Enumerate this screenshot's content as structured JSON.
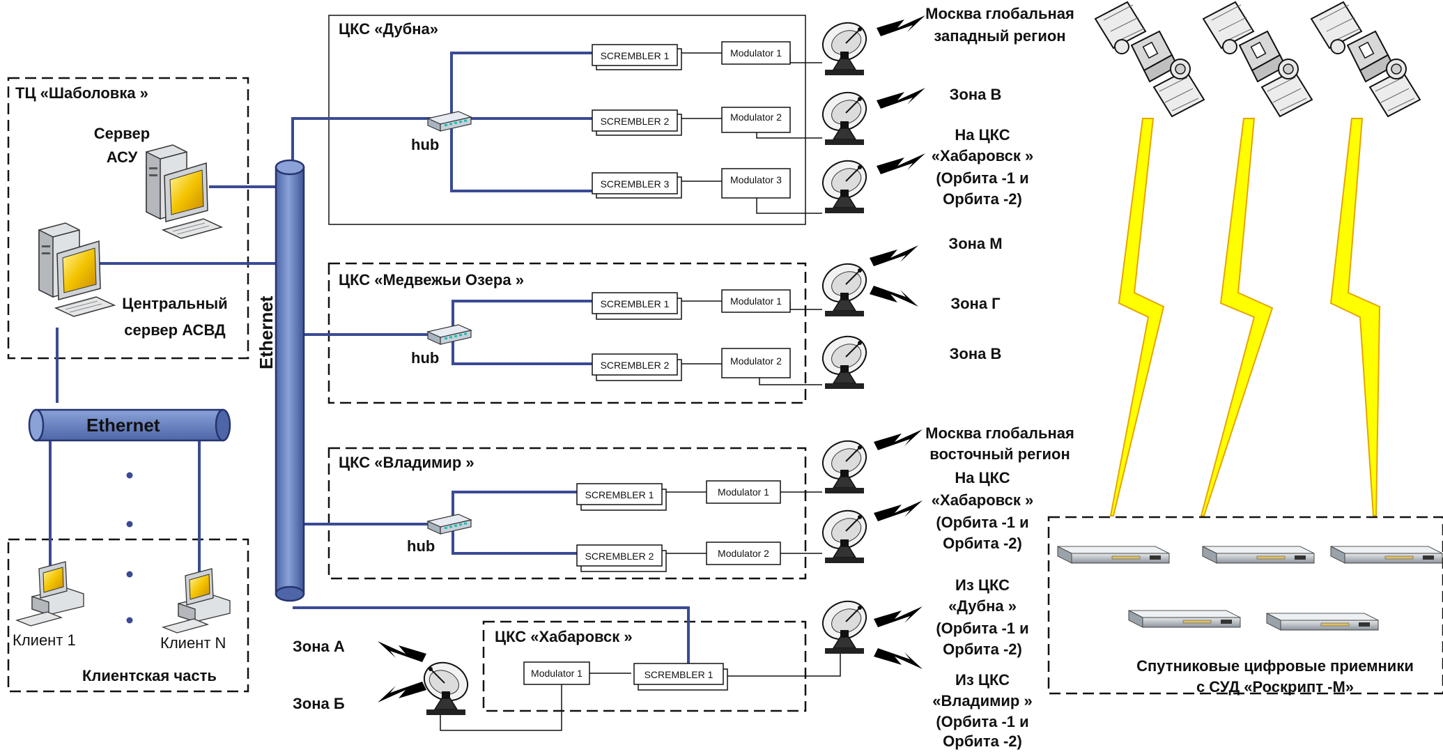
{
  "shabolovka": {
    "title": "ТЦ «Шаболовка »",
    "server_asu_l1": "Сервер",
    "server_asu_l2": "АСУ",
    "central_l1": "Центральный",
    "central_l2": "сервер АСВД"
  },
  "client_part": {
    "title": "Клиентская часть",
    "ethernet": "Ethernet",
    "client1": "Клиент  1",
    "clientN": "Клиент  N"
  },
  "backbone": {
    "label": "Ethernet"
  },
  "hub_label": "hub",
  "dubna": {
    "title": "ЦКС «Дубна»",
    "scramblers": [
      "SCREMBLER 1",
      "SCREMBLER 2",
      "SCREMBLER 3"
    ],
    "modulators": [
      "Modulator 1",
      "Modulator 2",
      "Modulator 3"
    ]
  },
  "medvezhi": {
    "title": "ЦКС «Медвежьи Озера »",
    "scramblers": [
      "SCREMBLER 1",
      "SCREMBLER 2"
    ],
    "modulators": [
      "Modulator 1",
      "Modulator 2"
    ]
  },
  "vladimir": {
    "title": "ЦКС «Владимир »",
    "scramblers": [
      "SCREMBLER 1",
      "SCREMBLER 2"
    ],
    "modulators": [
      "Modulator 1",
      "Modulator 2"
    ]
  },
  "khabarovsk": {
    "title": "ЦКС «Хабаровск »",
    "scrambler": "SCREMBLER 1",
    "modulator": "Modulator 1"
  },
  "zones": {
    "moscow_west_l1": "Москва глобальная",
    "moscow_west_l2": "западный регион",
    "zona_v_1": "Зона В",
    "to_khab_1_l1": "На ЦКС",
    "to_khab_1_l2": "«Хабаровск »",
    "to_khab_1_l3": "(Орбита -1 и",
    "to_khab_1_l4": "Орбита -2)",
    "zona_m": "Зона М",
    "zona_g": "Зона Г",
    "zona_v_2": "Зона В",
    "moscow_east_l1": "Москва глобальная",
    "moscow_east_l2": "восточный регион",
    "to_khab_2_l1": "На ЦКС",
    "to_khab_2_l2": "«Хабаровск »",
    "to_khab_2_l3": "(Орбита -1 и",
    "to_khab_2_l4": "Орбита -2)",
    "from_dubna_l1": "Из ЦКС",
    "from_dubna_l2": "«Дубна »",
    "from_dubna_l3": "(Орбита -1 и",
    "from_dubna_l4": "Орбита -2)",
    "from_vlad_l1": "Из ЦКС",
    "from_vlad_l2": "«Владимир »",
    "from_vlad_l3": "(Орбита -1 и",
    "from_vlad_l4": "Орбита -2)",
    "zona_a": "Зона А",
    "zona_b": "Зона Б"
  },
  "receivers": {
    "caption_l1": "Спутниковые цифровые приемники",
    "caption_l2": "с СУД «Роскрипт -М»"
  },
  "colors": {
    "link_blue": "#3a4a94",
    "bus_fill": "#6c86c0",
    "bus_stroke": "#26346e",
    "bolt": "#ffff00",
    "screen": "#f0c000"
  }
}
